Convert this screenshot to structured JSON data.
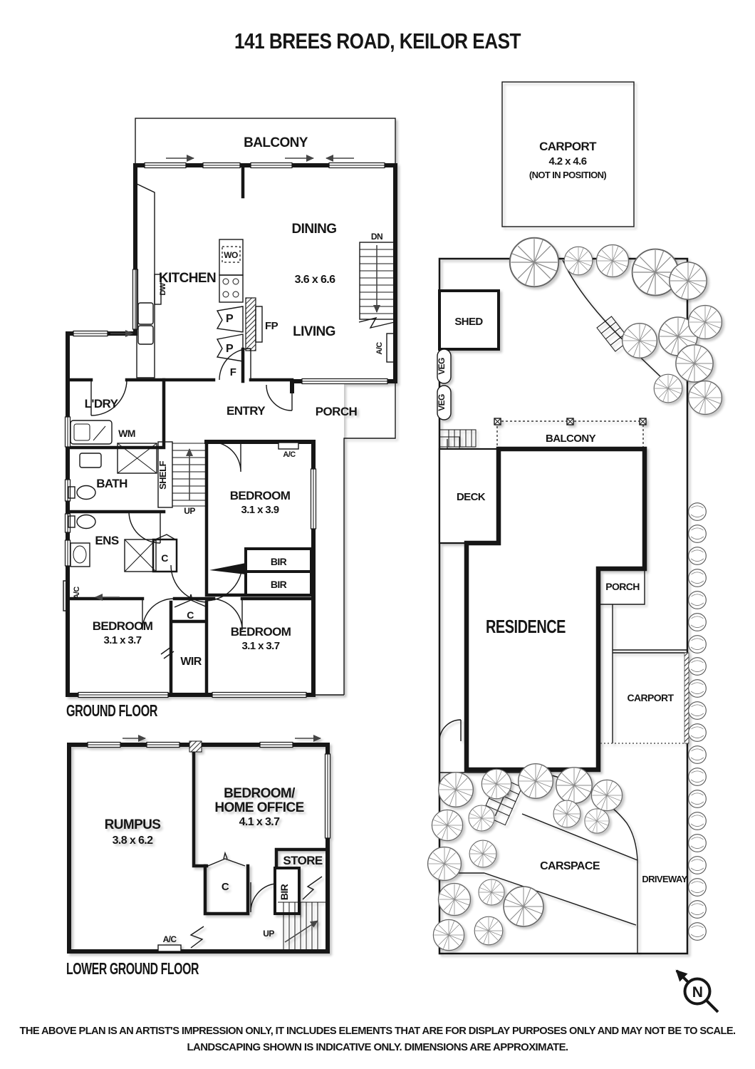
{
  "title": "141 BREES ROAD, KEILOR EAST",
  "abbr": {
    "wo": "WO",
    "dw": "DW",
    "fp": "FP",
    "p": "P",
    "f": "F",
    "wm": "WM",
    "c": "C",
    "bir": "BIR",
    "wir": "WIR",
    "ac": "A/C",
    "up": "UP",
    "dn": "DN",
    "shelf": "SHELF"
  },
  "ground_floor": {
    "label": "GROUND FLOOR",
    "balcony": "BALCONY",
    "kitchen": "KITCHEN",
    "dining": "DINING",
    "dining_dims": "3.6 x 6.6",
    "living": "LIVING",
    "entry": "ENTRY",
    "porch": "PORCH",
    "laundry": "L'DRY",
    "bath": "BATH",
    "ens": "ENS",
    "bedroom1": "BEDROOM",
    "bedroom1_dims": "3.1 x 3.9",
    "bedroom2": "BEDROOM",
    "bedroom2_dims": "3.1 x 3.7",
    "bedroom3": "BEDROOM",
    "bedroom3_dims": "3.1 x 3.7"
  },
  "site_plan": {
    "carport_box": {
      "label": "CARPORT",
      "dims": "4.2 x 4.6",
      "note": "(NOT IN POSITION)"
    },
    "shed": "SHED",
    "veg": "VEG",
    "balcony": "BALCONY",
    "deck": "DECK",
    "residence": "RESIDENCE",
    "porch": "PORCH",
    "carport": "CARPORT",
    "carspace": "CARSPACE",
    "driveway": "DRIVEWAY",
    "north": "N"
  },
  "lower_ground_floor": {
    "label": "LOWER GROUND FLOOR",
    "rumpus": "RUMPUS",
    "rumpus_dims": "3.8 x 6.2",
    "bedroom_line1": "BEDROOM/",
    "bedroom_line2": "HOME OFFICE",
    "bedroom_dims": "4.1 x 3.7",
    "store": "STORE"
  },
  "footer": {
    "line1": "THE ABOVE PLAN IS AN ARTIST'S IMPRESSION ONLY, IT INCLUDES ELEMENTS THAT ARE FOR DISPLAY PURPOSES ONLY AND MAY NOT BE TO SCALE.",
    "line2": "LANDSCAPING SHOWN IS INDICATIVE ONLY. DIMENSIONS ARE APPROXIMATE."
  }
}
